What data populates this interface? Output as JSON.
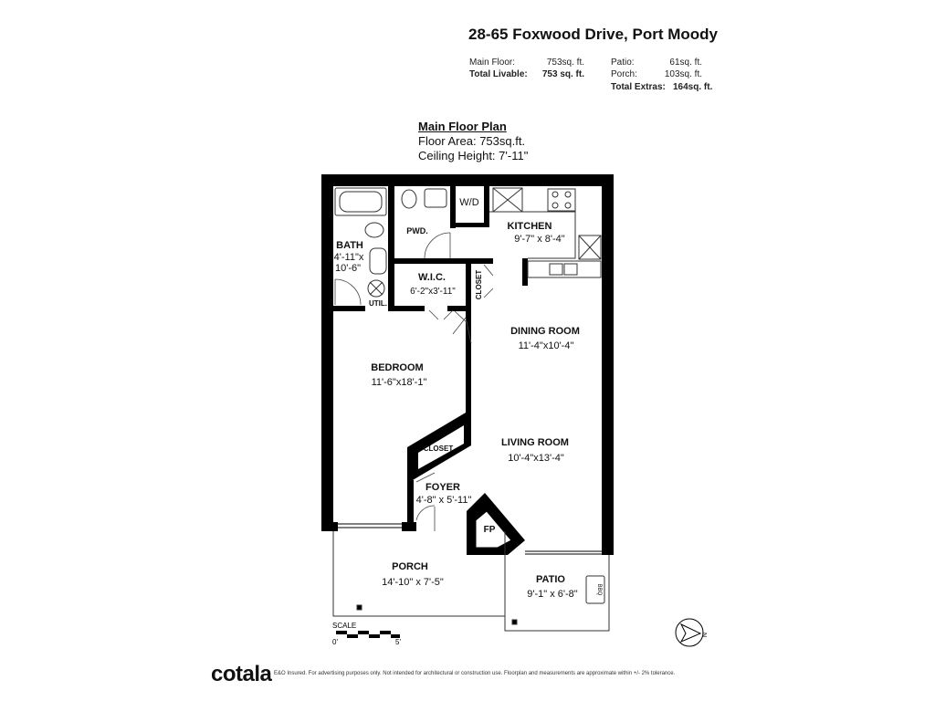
{
  "header": {
    "address": "28-65 Foxwood Drive, Port Moody",
    "main_floor_label": "Main Floor:",
    "main_floor_value": "753sq. ft.",
    "total_livable_label": "Total Livable:",
    "total_livable_value": "753 sq. ft.",
    "patio_label": "Patio:",
    "patio_value": "61sq. ft.",
    "porch_label": "Porch:",
    "porch_value": "103sq. ft.",
    "total_extras_label": "Total Extras:",
    "total_extras_value": "164sq. ft."
  },
  "plan": {
    "title": "Main Floor Plan",
    "floor_area": "Floor Area: 753sq.ft.",
    "ceiling_height": "Ceiling Height: 7'-11\""
  },
  "rooms": {
    "bath_name": "BATH",
    "bath_dim1": "4'-11\"x",
    "bath_dim2": "10'-6\"",
    "pwd": "PWD.",
    "wd": "W/D",
    "kitchen_name": "KITCHEN",
    "kitchen_dim": "9'-7\" x  8'-4\"",
    "wic_name": "W.I.C.",
    "wic_dim": "6'-2\"x3'-11\"",
    "closet_vertical": "CLOSET",
    "util": "UTIL.",
    "dining_name": "DINING ROOM",
    "dining_dim": "11'-4\"x10'-4\"",
    "bedroom_name": "BEDROOM",
    "bedroom_dim": "11'-6\"x18'-1\"",
    "living_name": "LIVING ROOM",
    "living_dim": "10'-4\"x13'-4\"",
    "closet": "CLOSET",
    "foyer_name": "FOYER",
    "foyer_dim": "4'-8\" x 5'-11\"",
    "fp": "FP",
    "porch_name": "PORCH",
    "porch_dim": "14'-10\" x 7'-5\"",
    "patio_name": "PATIO",
    "patio_dim": "9'-1\" x  6'-8\"",
    "bbq": "BBQ"
  },
  "scale": {
    "label": "SCALE",
    "start": "0'",
    "end": "5'"
  },
  "footer": {
    "logo": "cotala",
    "disclaimer": "E&O Insured. For advertising purposes only. Not intended for architectural or construction use. Floorplan and measurements are approximate within +/- 2% tolerance."
  },
  "compass": {
    "letter": "N"
  }
}
